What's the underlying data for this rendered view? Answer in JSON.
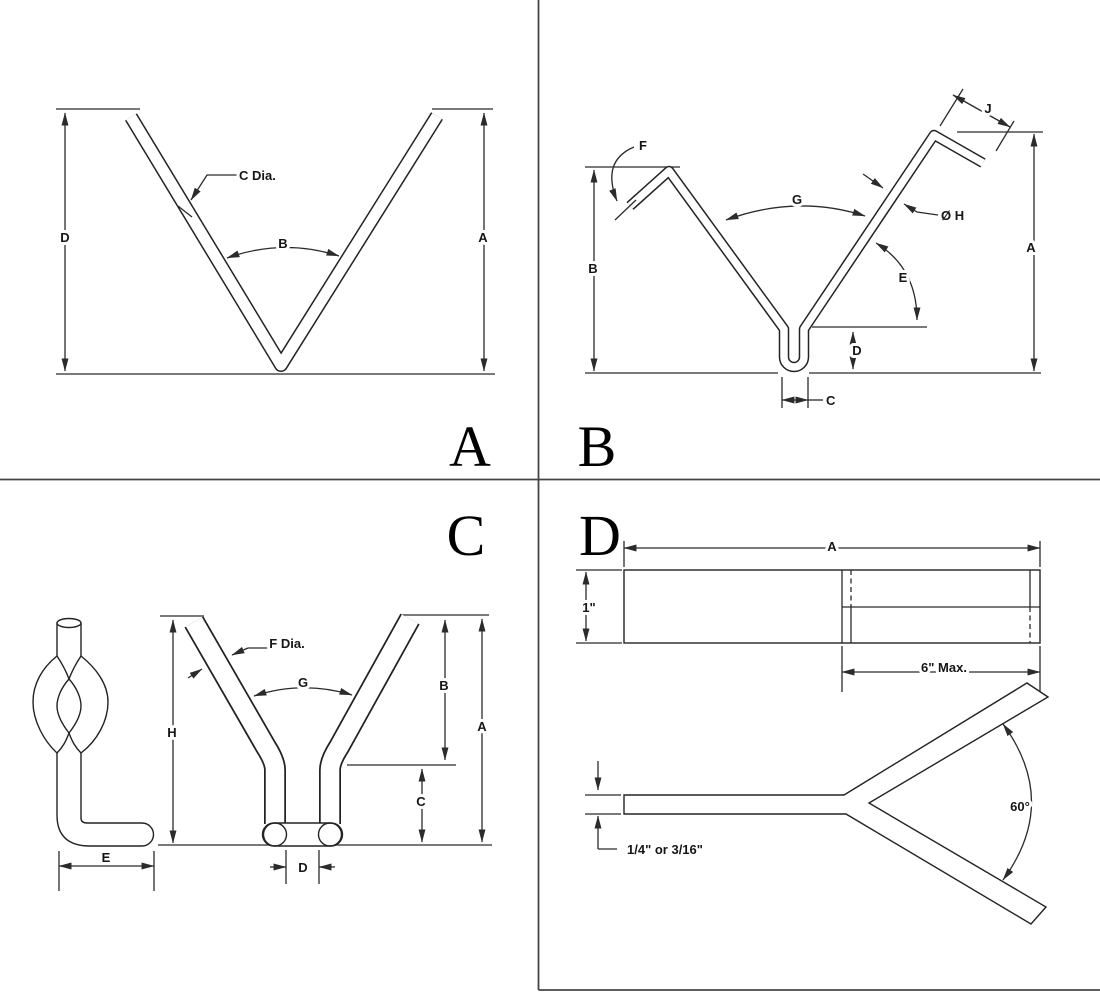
{
  "figure": {
    "description": "Four wire-form hook engineering drawings with dimension callouts",
    "panels": {
      "a": {
        "letter": "A",
        "wire_diameter_label": "C Dia.",
        "vee_angle_label": "B",
        "left_height_label": "D",
        "right_height_label": "A"
      },
      "b": {
        "letter": "B",
        "tip_angle_label": "F",
        "tip_length_label": "J",
        "vee_angle_label": "G",
        "wire_diameter_label": "Ø H",
        "leg_angle_label": "E",
        "left_height_label": "B",
        "right_height_label": "A",
        "drop_height_label": "D",
        "loop_width_label": "C"
      },
      "c": {
        "letter": "C",
        "side_width_label": "E",
        "wire_diameter_label": "F Dia.",
        "vee_angle_label": "G",
        "total_height_label": "H",
        "arm_height_label": "B",
        "right_height_label": "A",
        "lower_height_label": "C",
        "loop_gap_label": "D"
      },
      "d": {
        "letter": "D",
        "length_label": "A",
        "bar_height_label": "1\"",
        "overlap_label": "6\" Max.",
        "fork_angle_label": "60°",
        "thickness_label": "1/4\" or 3/16\""
      }
    },
    "colors": {
      "line": "#2b2b2b",
      "background": "#ffffff"
    }
  }
}
